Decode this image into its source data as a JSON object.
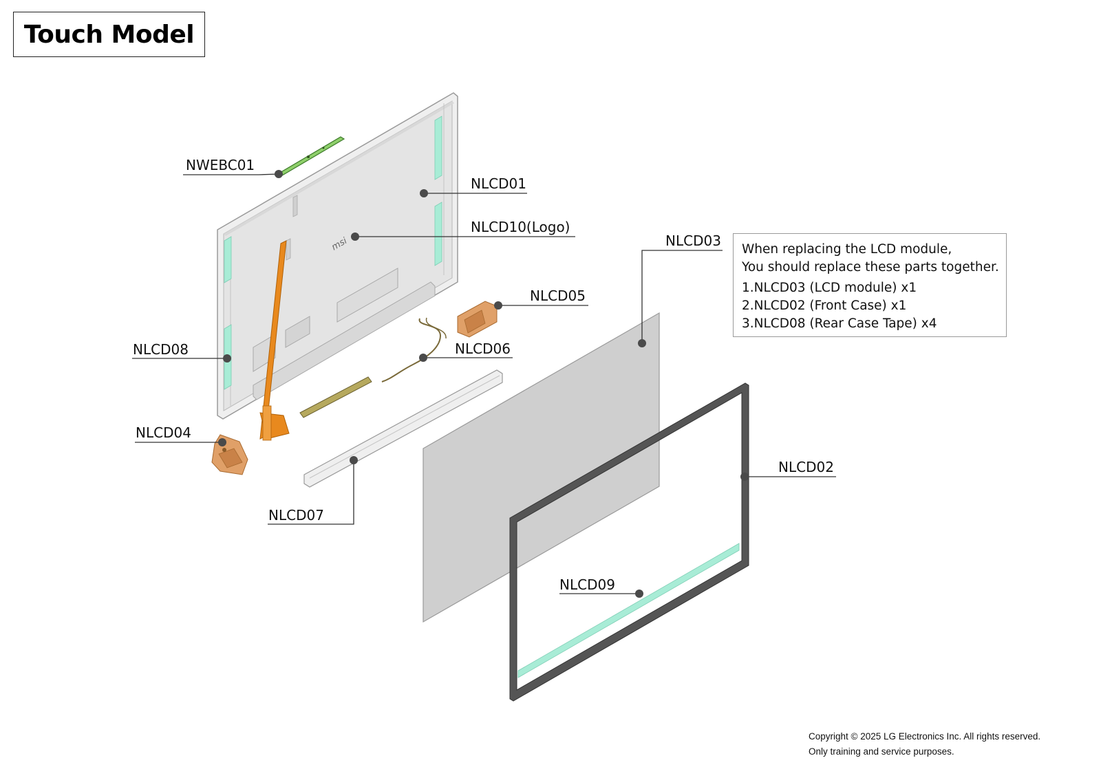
{
  "title": "Touch Model",
  "labels": {
    "nwebc01": "NWEBC01",
    "nlcd01": "NLCD01",
    "nlcd10": "NLCD10(Logo)",
    "nlcd03": "NLCD03",
    "nlcd05": "NLCD05",
    "nlcd08": "NLCD08",
    "nlcd06": "NLCD06",
    "nlcd04": "NLCD04",
    "nlcd02": "NLCD02",
    "nlcd07": "NLCD07",
    "nlcd09": "NLCD09"
  },
  "note": {
    "line1": "When replacing the LCD module,",
    "line2": "You should replace these parts together.",
    "items": [
      "1.NLCD03 (LCD module) x1",
      "2.NLCD02 (Front Case) x1",
      "3.NLCD08 (Rear Case Tape) x4"
    ]
  },
  "copyright": {
    "line1": "Copyright © 2025 LG Electronics Inc. All rights reserved.",
    "line2": "Only training and service purposes."
  },
  "colors": {
    "tape": "#a8ecd6",
    "flex_cable": "#e8891e",
    "hinge": "#e0a068",
    "webcam_board": "#8ecf6a",
    "lcd_panel": "#cfcfcf",
    "front_case": "#555555",
    "rear_case": "#efefef",
    "leader": "#333333",
    "dot": "#4a4a4a"
  }
}
